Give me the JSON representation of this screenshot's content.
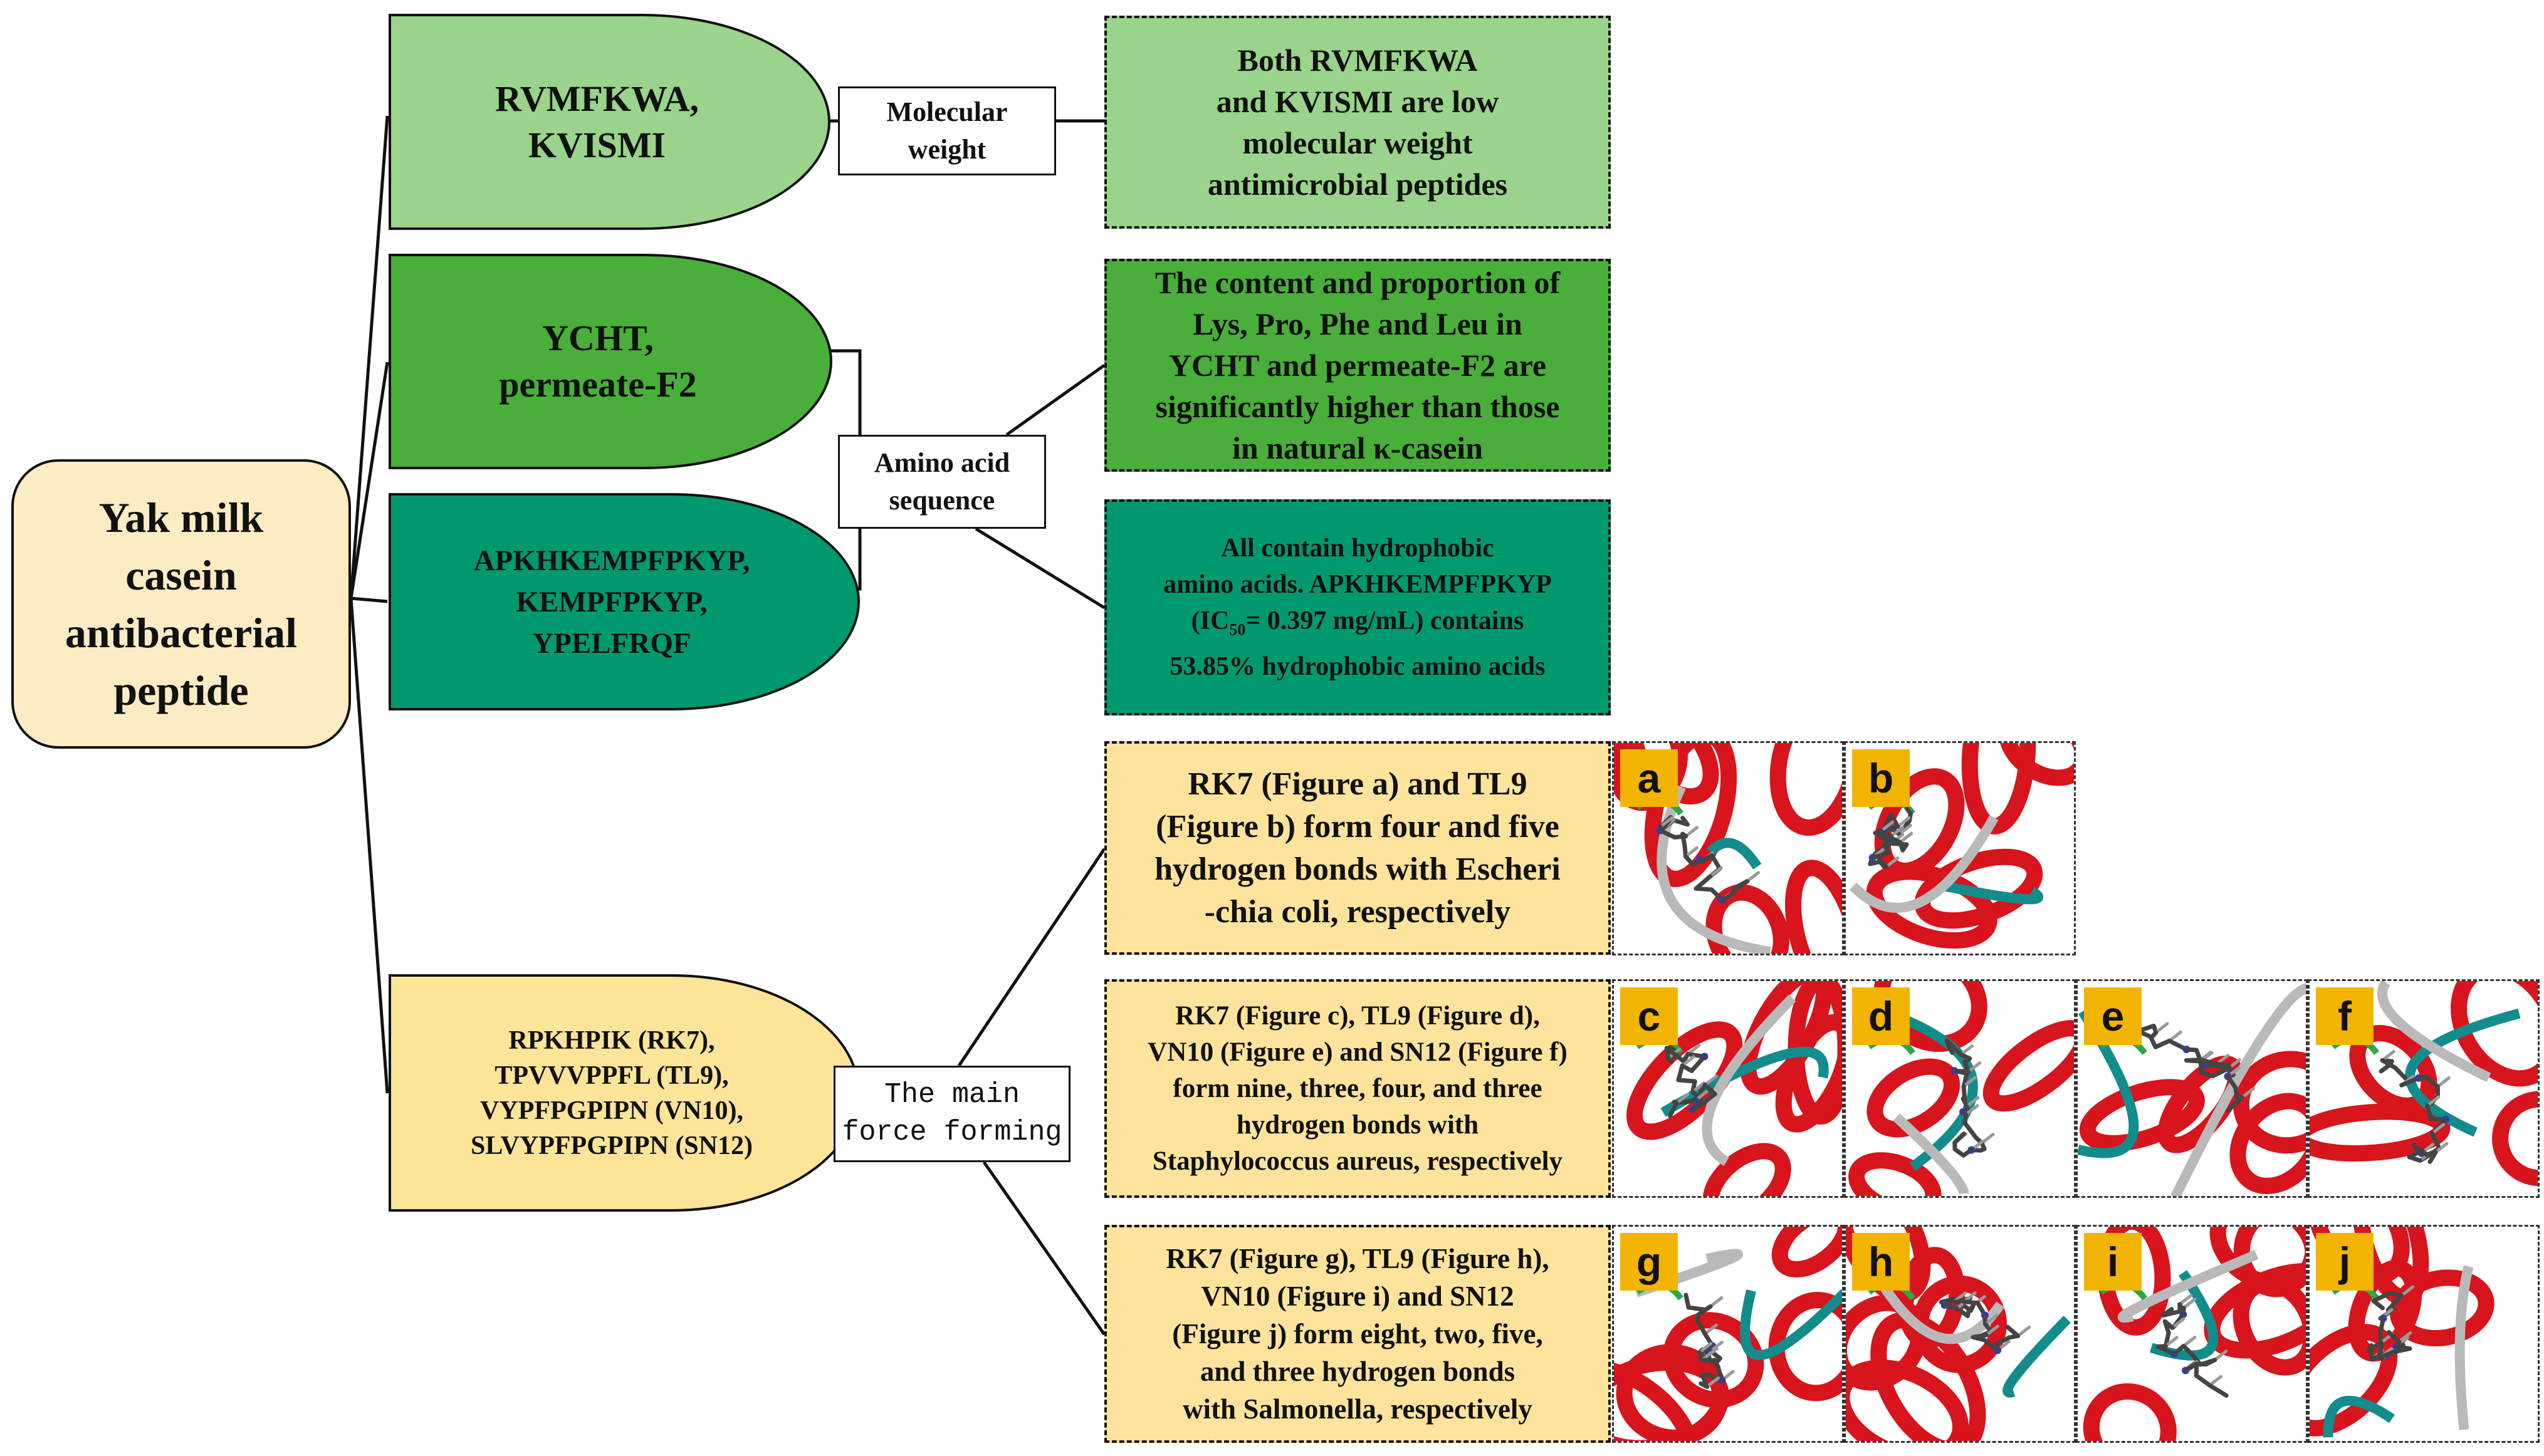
{
  "root": {
    "lines": [
      "Yak milk",
      "casein",
      "antibacterial",
      "peptide"
    ]
  },
  "branches": [
    {
      "lines": [
        "RVMFKWA,",
        "KVISMI"
      ]
    },
    {
      "lines": [
        "YCHT,",
        "permeate-F2"
      ]
    },
    {
      "lines": [
        "APKHKEMPFPKYP,",
        "KEMPFPKYP,",
        "YPELFRQF"
      ]
    },
    {
      "lines": [
        "RPKHPIK (RK7),",
        "TPVVVPPFL (TL9),",
        "VYPFPGPIPN (VN10),",
        "SLVYPFPGPIPN (SN12)"
      ]
    }
  ],
  "labels": {
    "molecular_weight": [
      "Molecular",
      "weight"
    ],
    "amino_acid_sequence": [
      "Amino acid",
      "sequence"
    ],
    "main_force": [
      "The main",
      "force forming"
    ]
  },
  "descriptions": {
    "d1": [
      "Both RVMFKWA",
      "and KVISMI are low",
      "molecular weight",
      "antimicrobial peptides"
    ],
    "d2": [
      "The content and proportion of",
      "Lys, Pro, Phe and Leu in",
      "YCHT and permeate-F2 are",
      "significantly higher than those",
      "in natural κ-casein"
    ],
    "d3": {
      "line1": "All contain hydrophobic",
      "line2": "amino acids. APKHKEMPFPKYP",
      "line3_pre": "(IC",
      "line3_sub": "50",
      "line3_post": "= 0.397 mg/mL) contains",
      "line4": "53.85% hydrophobic amino acids"
    },
    "d4": [
      "RK7 (Figure a)  and TL9",
      "(Figure b) form four and five",
      "hydrogen bonds with Escheri",
      "-chia coli, respectively"
    ],
    "d5": [
      "RK7 (Figure c), TL9 (Figure d),",
      "VN10 (Figure e) and SN12 (Figure f)",
      "form nine, three, four, and three",
      "hydrogen bonds with",
      "Staphylococcus aureus, respectively"
    ],
    "d6": [
      "RK7 (Figure g), TL9 (Figure h),",
      "VN10 (Figure i) and SN12",
      "(Figure j) form eight, two, five,",
      "and three hydrogen bonds",
      "with Salmonella, respectively"
    ]
  },
  "panels": [
    "a",
    "b",
    "c",
    "d",
    "e",
    "f",
    "g",
    "h",
    "i",
    "j"
  ],
  "colors": {
    "light_green": "#9ad38b",
    "mid_green": "#49ae3a",
    "teal_green": "#00996f",
    "yellow": "#fce498",
    "cream": "#fdebc3",
    "tag_orange": "#f3b400",
    "helix_red": "#d8141c",
    "sheet_teal": "#138c8c"
  }
}
